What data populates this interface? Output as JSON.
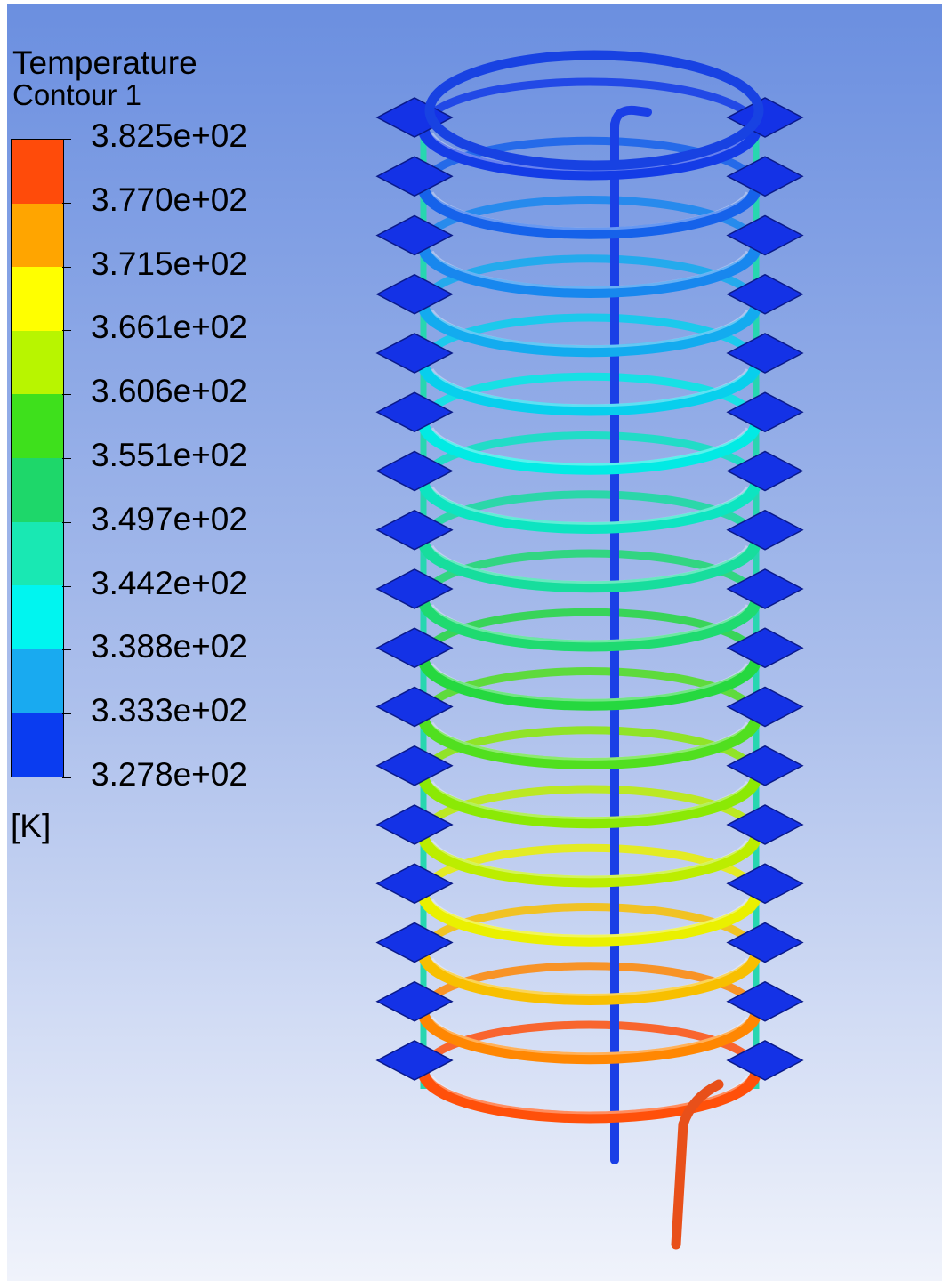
{
  "legend": {
    "title": "Temperature",
    "subtitle": "Contour 1",
    "unit": "[K]",
    "ticks": [
      "3.825e+02",
      "3.770e+02",
      "3.715e+02",
      "3.661e+02",
      "3.606e+02",
      "3.551e+02",
      "3.497e+02",
      "3.442e+02",
      "3.388e+02",
      "3.333e+02",
      "3.278e+02"
    ],
    "colors": [
      "#ff4b0a",
      "#ffa500",
      "#ffff00",
      "#b8f500",
      "#3ee01c",
      "#1ed76a",
      "#19e8b3",
      "#00f5f0",
      "#19aaf0",
      "#0a3cf0"
    ]
  },
  "model": {
    "description_icon": "helical-coil-heat-exchanger-icon",
    "fin_color": "#1432e6",
    "coil_turns": 17
  }
}
